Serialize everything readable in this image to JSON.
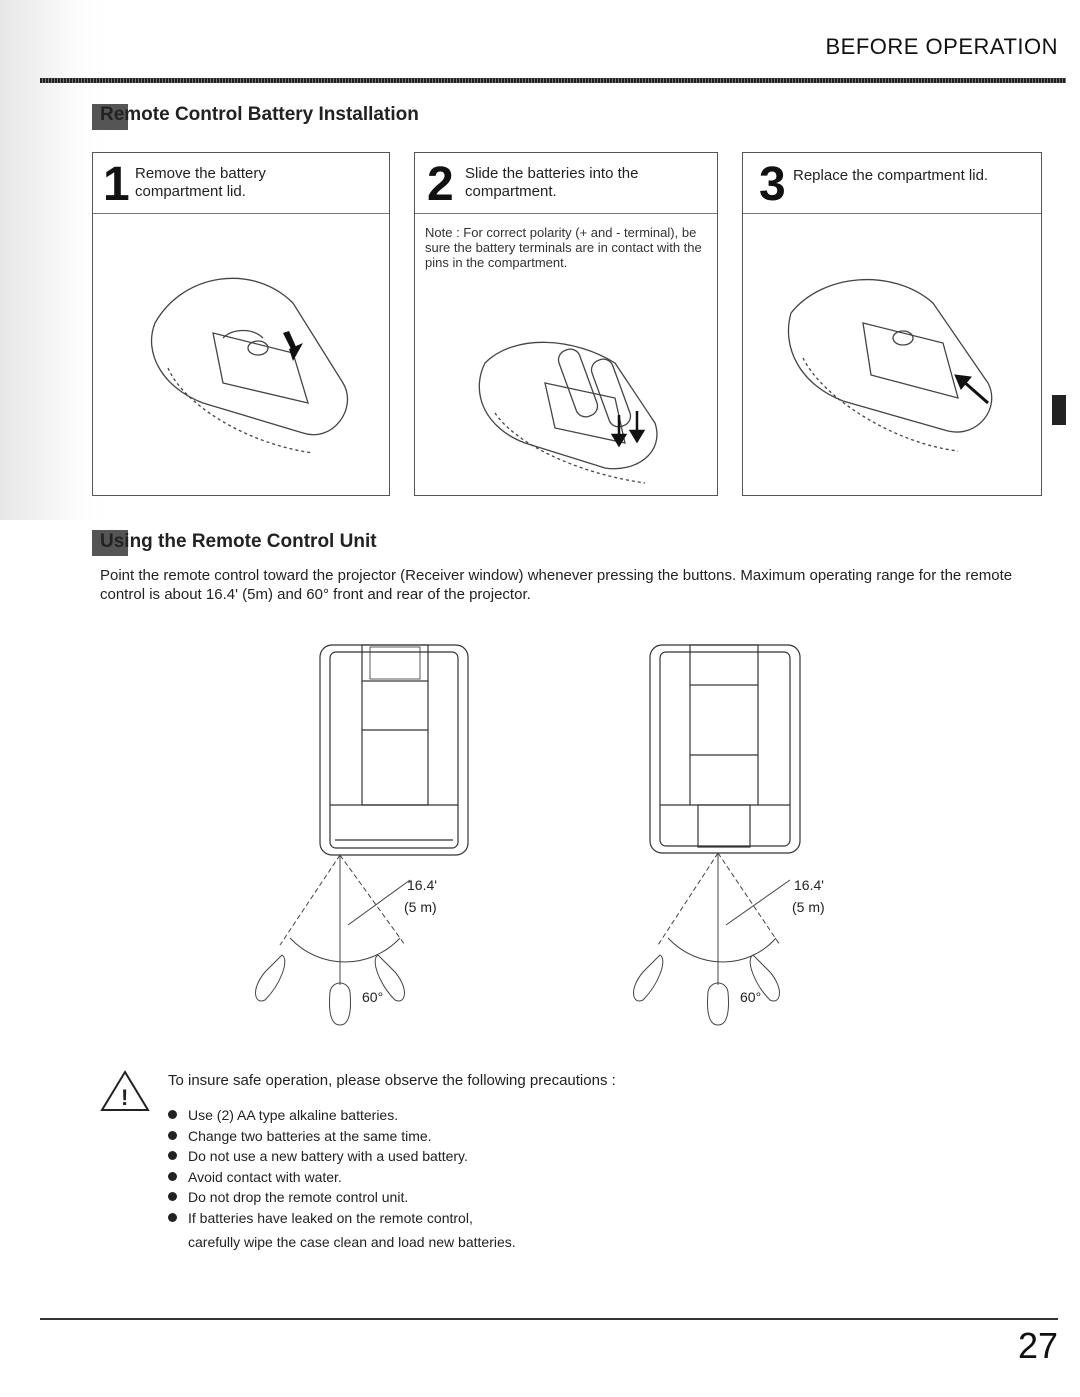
{
  "header": {
    "title": "BEFORE OPERATION"
  },
  "battery_section": {
    "title": "Remote Control Battery Installation",
    "steps": [
      {
        "number": "1",
        "text": "Remove the battery compartment lid."
      },
      {
        "number": "2",
        "text": "Slide the batteries into the compartment.",
        "note": "Note : For correct polarity (+ and - terminal), be sure the battery terminals are in contact with the pins in the compartment."
      },
      {
        "number": "3",
        "text": "Replace the compartment lid."
      }
    ]
  },
  "using_section": {
    "title": "Using the Remote Control Unit",
    "body": "Point the remote control toward the projector (Receiver window) whenever pressing the buttons. Maximum operating range for the remote control is about 16.4' (5m) and 60° front and rear of the projector."
  },
  "diagrams": {
    "distance_label": "16.4'",
    "distance_metric": "(5 m)",
    "angle_label": "60°"
  },
  "precautions": {
    "intro": "To insure safe operation, please observe the following precautions :",
    "items": [
      "Use (2) AA type alkaline batteries.",
      "Change two batteries at the same time.",
      "Do not use a new battery with a used battery.",
      "Avoid contact with water.",
      "Do not drop the remote control unit.",
      "If batteries have leaked on the remote control,"
    ],
    "continuation": "carefully wipe the case clean and load new batteries."
  },
  "footer": {
    "page_number": "27"
  }
}
